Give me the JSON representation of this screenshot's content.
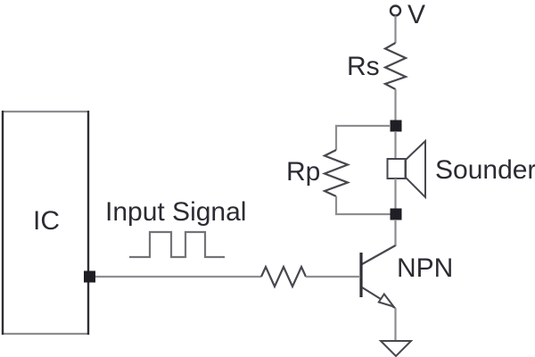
{
  "diagram": {
    "type": "circuit-schematic",
    "description": "IC output drives an NPN transistor through an unlabeled base resistor; the transistor switches a sounder (speaker) that is in parallel with resistor Rp, fed from supply V through series resistor Rs, emitter to ground.",
    "labels": {
      "supply": "V",
      "series_resistor": "Rs",
      "parallel_resistor": "Rp",
      "sounder": "Sounder",
      "transistor": "NPN",
      "ic": "IC",
      "input_signal": "Input Signal"
    },
    "components": [
      {
        "name": "supply-terminal",
        "label": "V",
        "symbol": "open-circle-terminal"
      },
      {
        "name": "series-resistor",
        "label": "Rs",
        "symbol": "zigzag-resistor",
        "orientation": "vertical"
      },
      {
        "name": "parallel-resistor",
        "label": "Rp",
        "symbol": "zigzag-resistor",
        "orientation": "vertical",
        "connection": "parallel with sounder"
      },
      {
        "name": "sounder",
        "label": "Sounder",
        "symbol": "speaker"
      },
      {
        "name": "transistor",
        "label": "NPN",
        "symbol": "bjt-npn"
      },
      {
        "name": "base-resistor",
        "label": "",
        "symbol": "zigzag-resistor",
        "orientation": "horizontal"
      },
      {
        "name": "ic-block",
        "label": "IC",
        "symbol": "rectangle"
      },
      {
        "name": "input-signal",
        "label": "Input Signal",
        "waveform": "two square pulses"
      },
      {
        "name": "ground",
        "label": "",
        "symbol": "down-triangle"
      }
    ],
    "colors": {
      "background": "#ffffff",
      "wire": "#8e8e92",
      "symbol_stroke": "#47474e",
      "dark_stroke": "#2e2e35",
      "junction_node": "#1e1e24",
      "text": "#2b2b33",
      "waveform": "#737378"
    }
  }
}
